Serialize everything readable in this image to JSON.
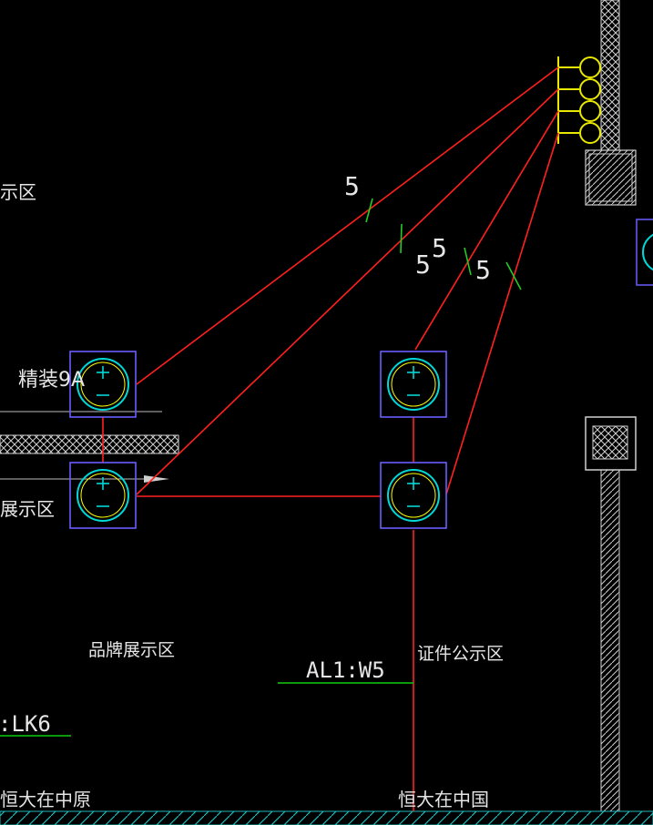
{
  "labels": {
    "area_left_top": "示区",
    "fixture_tag": "精装9A",
    "area_left_mid": "展示区",
    "brand_area": "品牌展示区",
    "certificate_area": "证件公示区",
    "circuit_main": "AL1:W5",
    "circuit_left": ":LK6",
    "slogan_left": "恒大在中原",
    "slogan_center": "恒大在中国"
  },
  "wire_counts": {
    "w1": "5",
    "w2": "5",
    "w3": "5",
    "w4": "5"
  },
  "colors": {
    "background": "#000000",
    "wire": "#ff2020",
    "box": "#6a5cff",
    "ring_outer": "#00d8d8",
    "ring_inner": "#ffff00",
    "tick": "#22cc22",
    "leader": "#11cc11",
    "terminal": "#e8e800",
    "hatch": "#cfcfcf",
    "text": "#e6e6e6"
  }
}
